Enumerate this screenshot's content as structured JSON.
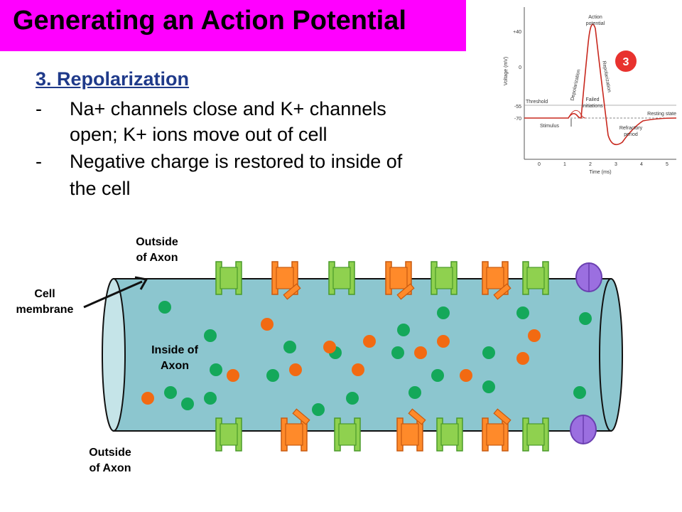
{
  "title": "Generating an Action Potential",
  "section": {
    "heading": "3. Repolarization",
    "bullets": [
      {
        "marker": "-",
        "lines": [
          "Na+ channels close and K+ channels",
          "open; K+ ions move out of cell"
        ]
      },
      {
        "marker": "-",
        "lines": [
          "Negative charge is restored to inside of",
          "the cell"
        ]
      }
    ]
  },
  "graph": {
    "badge": "3",
    "ylabel": "Voltage (mV)",
    "xlabel": "Time (ms)",
    "yticks": [
      "+40",
      "0",
      "-55",
      "-70"
    ],
    "xticks": [
      "0",
      "1",
      "2",
      "3",
      "4",
      "5"
    ],
    "annotations": {
      "action_potential": [
        "Action",
        "potential"
      ],
      "depolarization": "Depolarization",
      "repolarization": "Repolarization",
      "threshold": "Threshold",
      "failed": [
        "Failed",
        "initiations"
      ],
      "resting": "Resting state",
      "stimulus": "Stimulus",
      "refractory": [
        "Refractory",
        "period"
      ]
    }
  },
  "diagram": {
    "outside_top": [
      "Outside",
      "of Axon"
    ],
    "outside_bottom": [
      "Outside",
      "of Axon"
    ],
    "inside": [
      "Inside of",
      "Axon"
    ],
    "membrane": [
      "Cell",
      "membrane"
    ],
    "colors": {
      "axon_fill": "#8cc6cf",
      "na_channel": "#ff8a2a",
      "k_channel": "#8fd14f",
      "pump": "#9b6fe0",
      "k_ion": "#14a85a",
      "na_ion": "#f26a12",
      "badge": "#e8322e"
    }
  }
}
